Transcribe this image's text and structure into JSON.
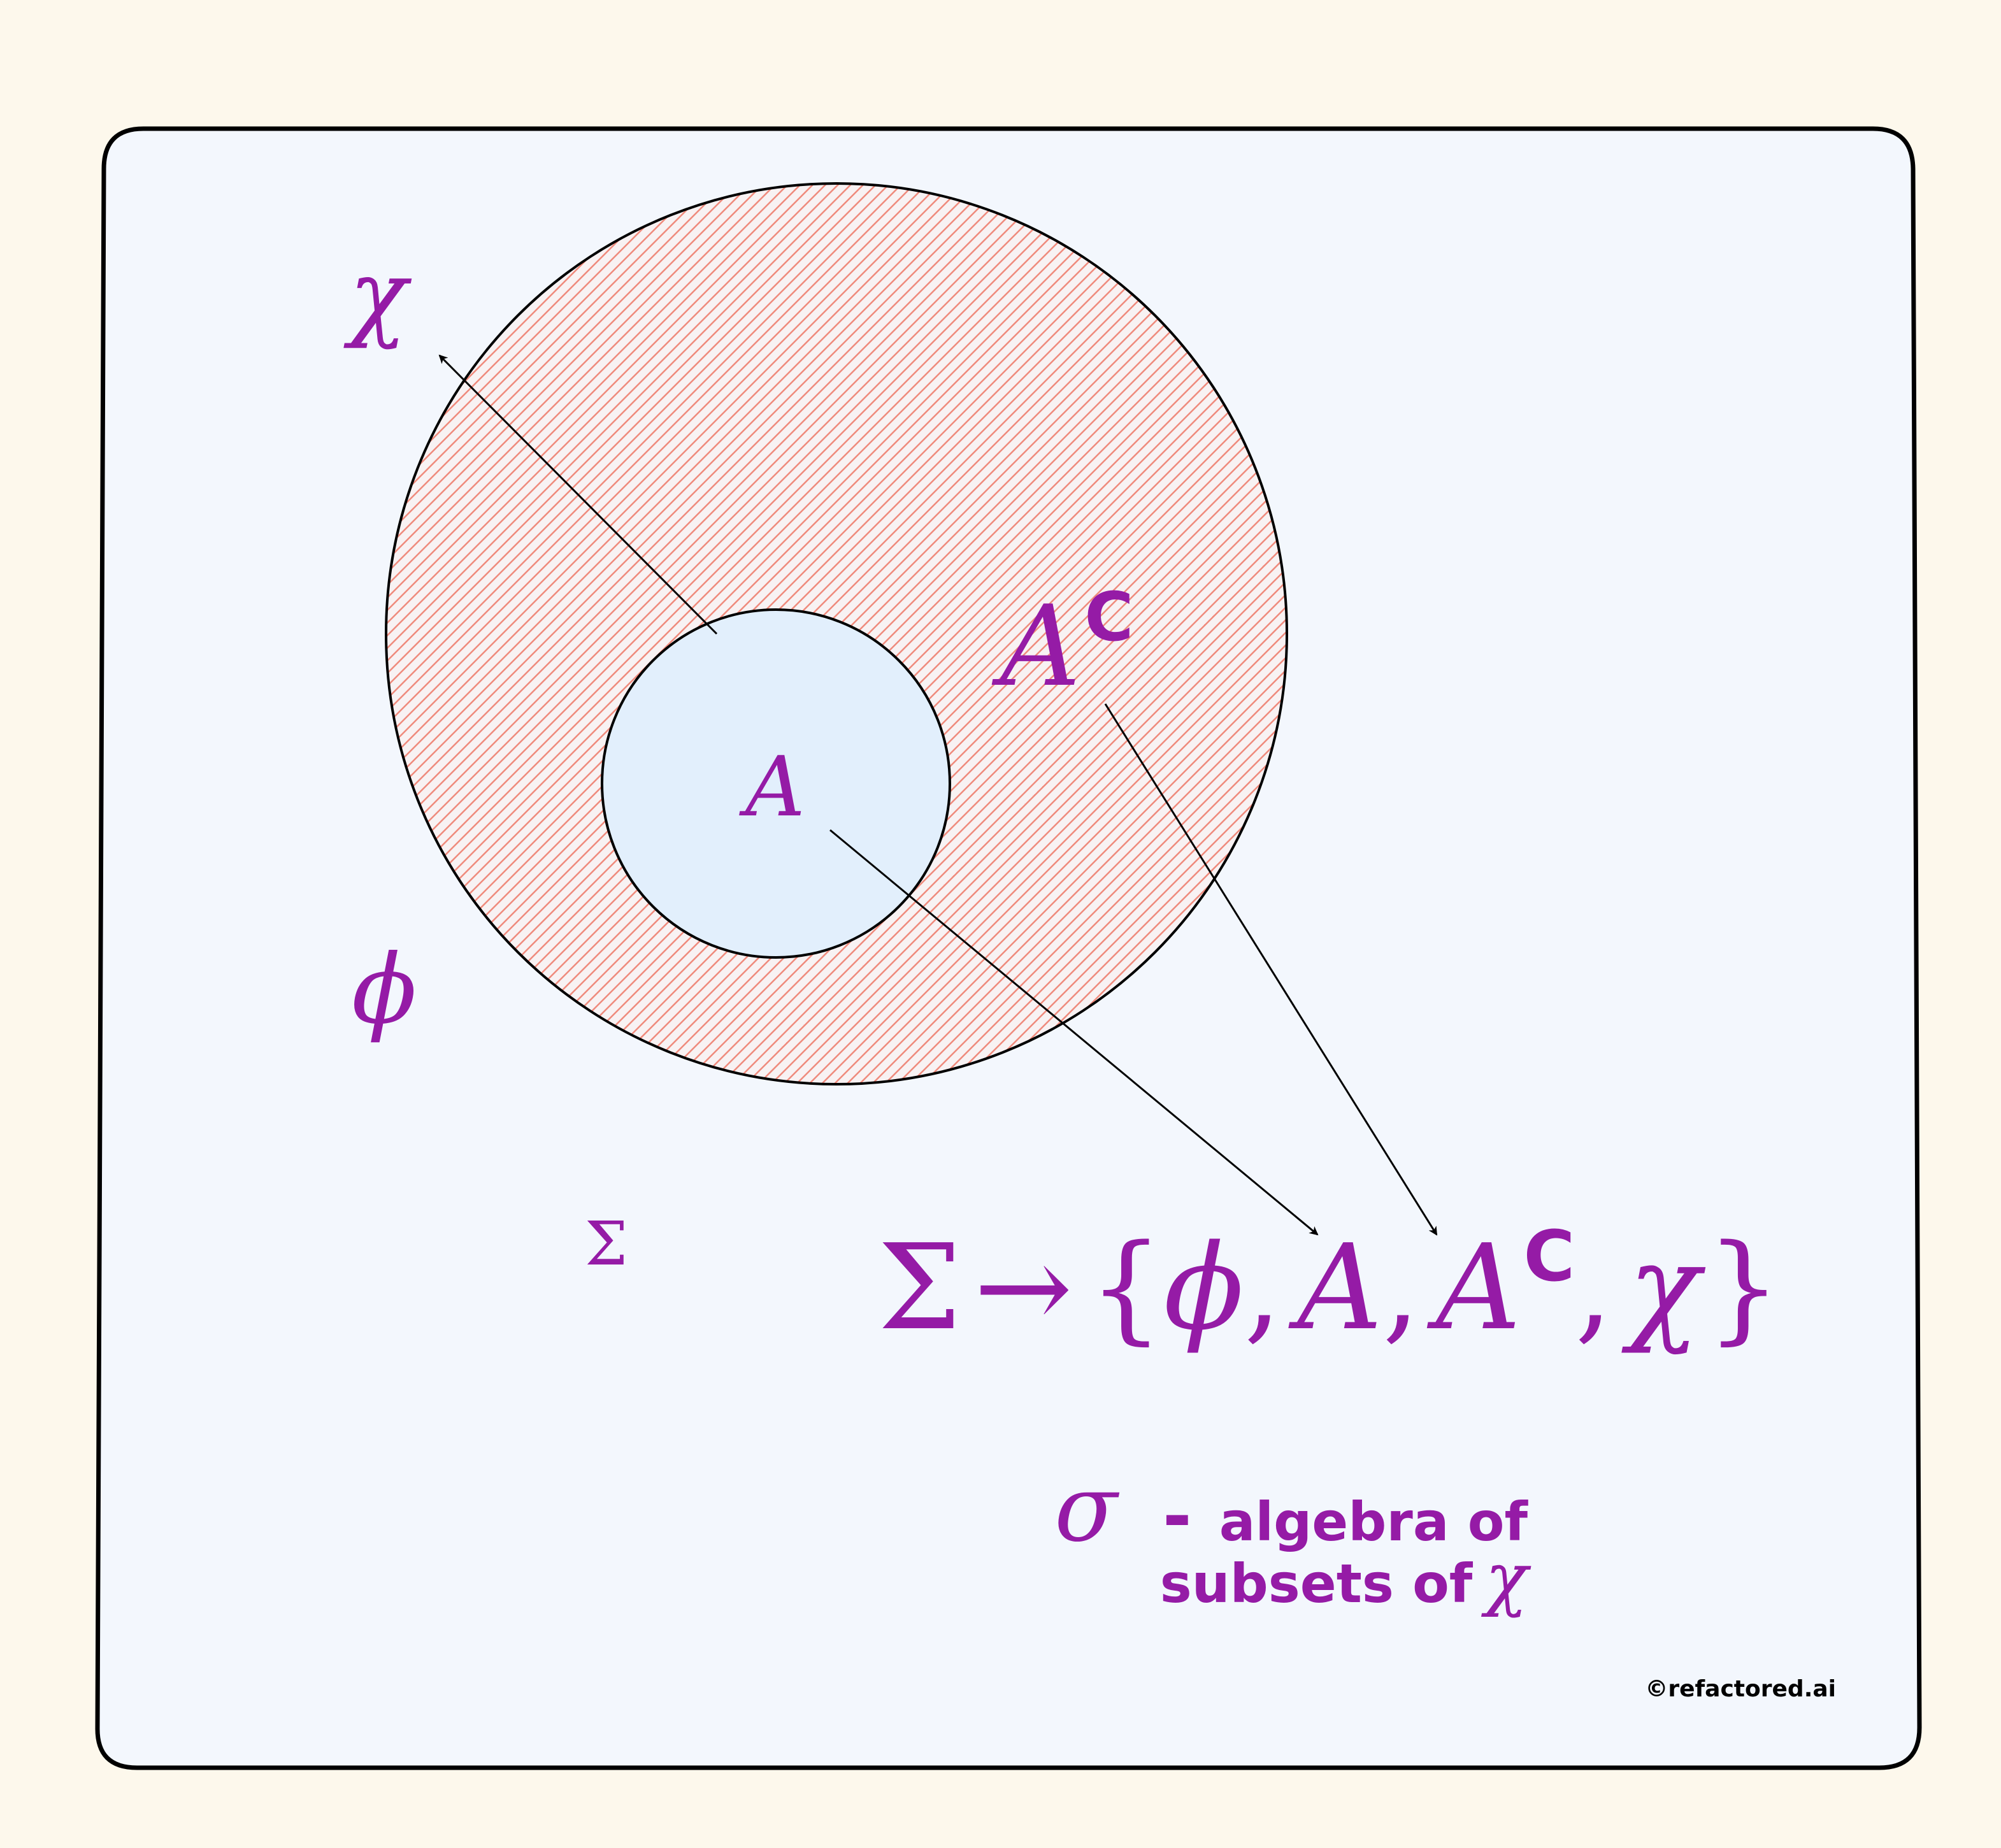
{
  "labels": {
    "chi": "χ",
    "phi": "ϕ",
    "set_a": "A",
    "complement_base": "A",
    "complement_sup": "C",
    "sigma_small": "Σ"
  },
  "equation": {
    "sigma": "Σ",
    "arrow": "→",
    "open_brace": "{",
    "phi": "ϕ",
    "comma": ",",
    "a": "A",
    "a_complement_base": "A",
    "a_complement_sup": "C",
    "chi": "χ",
    "close_brace": "}"
  },
  "caption": {
    "sigma": "σ",
    "dash": "-",
    "line1": "algebra of",
    "line2": "subsets of",
    "chi": "χ"
  },
  "copyright": "©refactored.ai",
  "colors": {
    "page_background": "#fdf8ec",
    "panel_fill": "#f3f7fd",
    "inner_circle_fill": "#e2effc",
    "hatch_color": "#ef8a7c",
    "text_purple": "#951ba6",
    "stroke": "#000000"
  }
}
